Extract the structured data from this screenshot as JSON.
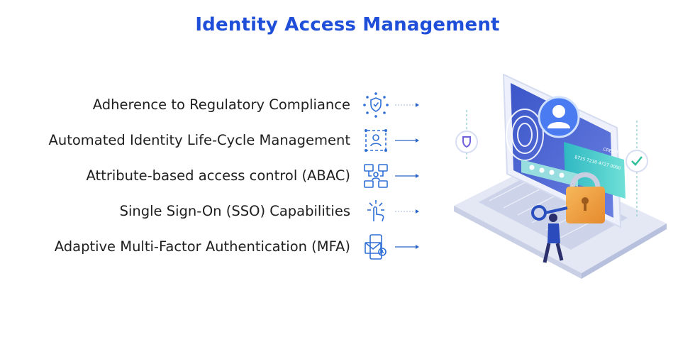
{
  "title": "Identity Access Management",
  "features": [
    {
      "label": "Adherence to Regulatory Compliance",
      "icon": "compliance-shield-icon"
    },
    {
      "label": "Automated Identity Life-Cycle Management",
      "icon": "lifecycle-user-icon"
    },
    {
      "label": "Attribute-based access control (ABAC)",
      "icon": "abac-network-icon"
    },
    {
      "label": "Single Sign-On (SSO) Capabilities",
      "icon": "sso-touch-icon"
    },
    {
      "label": "Adaptive Multi-Factor Authentication (MFA)",
      "icon": "mfa-mail-icon"
    }
  ],
  "illustration": {
    "card_text_name": "CREDIT",
    "card_text_number": "8725 7230 4727 0000"
  },
  "colors": {
    "title": "#1f4fd8",
    "icon_blue": "#2f6fd6",
    "arrow_blue": "#2c64c8",
    "laptop_body": "#e9edf7",
    "card_teal": "#3fc6c0",
    "lock_orange": "#f0a24a"
  }
}
